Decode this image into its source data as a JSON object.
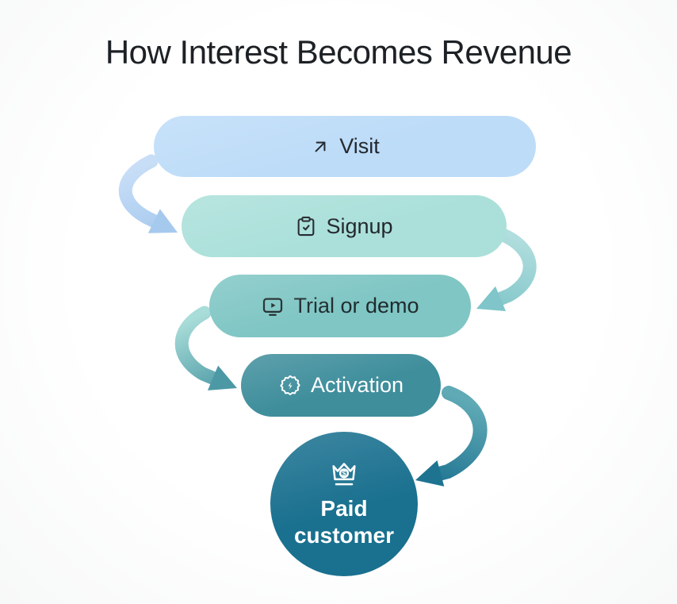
{
  "title": "How Interest Becomes Revenue",
  "funnel": {
    "stages": [
      {
        "label": "Visit",
        "icon": "arrow-up-right-icon",
        "bg": "#bddcf8",
        "text_color": "#22272c"
      },
      {
        "label": "Signup",
        "icon": "clipboard-check-icon",
        "bg": "#abe0da",
        "text_color": "#22272c"
      },
      {
        "label": "Trial or demo",
        "icon": "monitor-play-icon",
        "bg": "#7fc6c4",
        "text_color": "#1f2a2d"
      },
      {
        "label": "Activation",
        "icon": "badge-spark-icon",
        "bg": "#3f8e9c",
        "text_color": "#ffffff"
      },
      {
        "label": "Paid customer",
        "icon": "crown-dollar-icon",
        "bg": "#19708f",
        "text_color": "#ffffff"
      }
    ],
    "arrows": [
      {
        "name": "visit-to-signup",
        "color_start": "#c8def7",
        "color_end": "#a6c9ee"
      },
      {
        "name": "signup-to-trial",
        "color_start": "#b0dddd",
        "color_end": "#7fc5c9"
      },
      {
        "name": "trial-to-activation",
        "color_start": "#a9ddd9",
        "color_end": "#4c99a5"
      },
      {
        "name": "activation-to-paid",
        "color_start": "#60aab6",
        "color_end": "#1e7391"
      }
    ]
  }
}
